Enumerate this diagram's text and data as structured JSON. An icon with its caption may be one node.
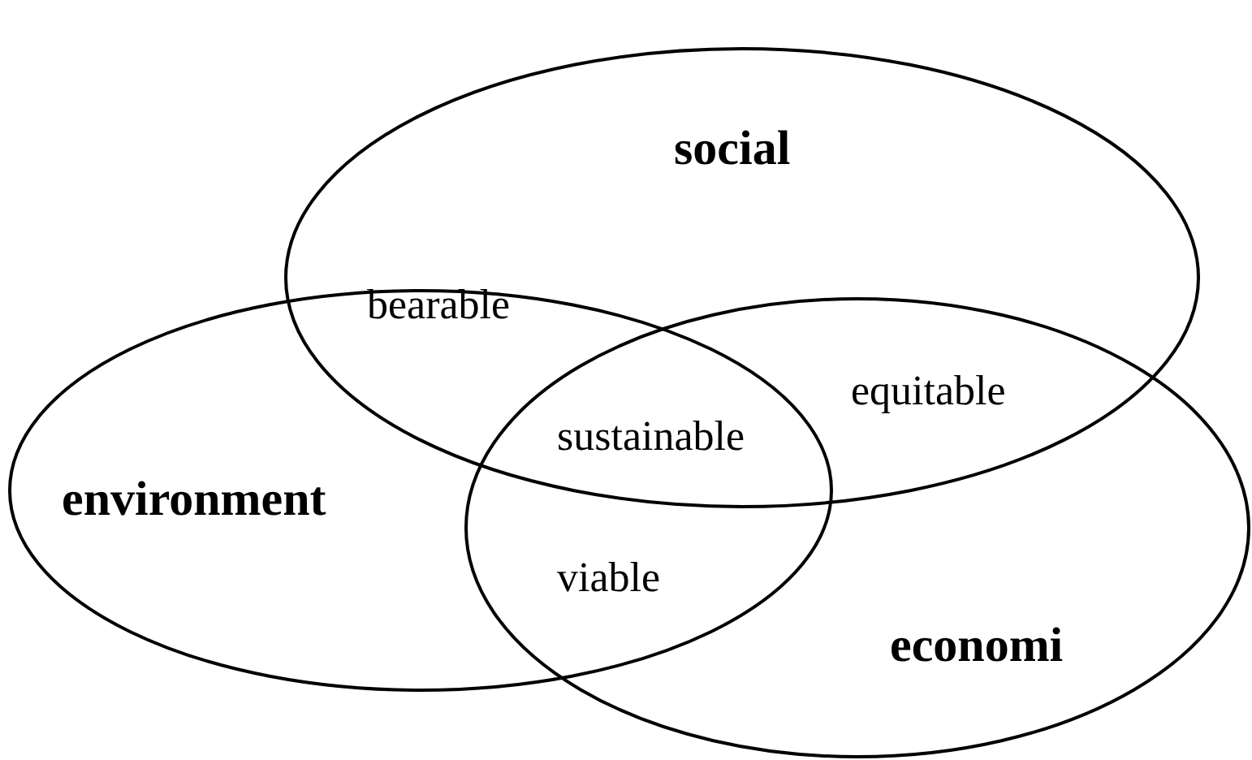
{
  "diagram": {
    "nodes": [
      {
        "text": [
          "social"
        ]
      },
      {
        "text": [
          "environment"
        ]
      },
      {
        "text": [
          "economi"
        ]
      }
    ],
    "edges": [],
    "labels": [
      "bearable",
      "equitable",
      "sustainable",
      "viable"
    ]
  }
}
